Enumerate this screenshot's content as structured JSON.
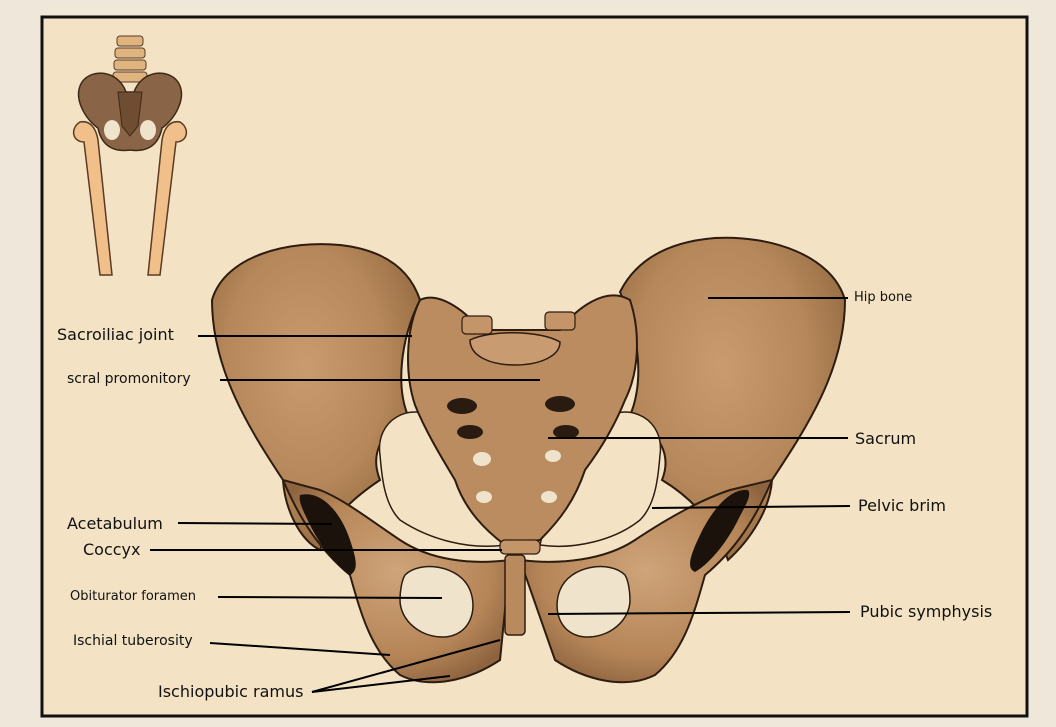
{
  "labels": {
    "hip_bone": "Hip bone",
    "sacroiliac_joint": "Sacroiliac joint",
    "sacral_promontory": "scral promonitory",
    "sacrum": "Sacrum",
    "pelvic_brim": "Pelvic brim",
    "acetabulum": "Acetabulum",
    "coccyx": "Coccyx",
    "obturator_foramen": "Obiturator foramen",
    "pubic_symphysis": "Pubic symphysis",
    "ischial_tuberosity": "Ischial tuberosity",
    "ischiopubic_ramus": "Ischiopubic ramus"
  },
  "colors": {
    "page_background": "#efe7d9",
    "panel_background": "#f3e2c3",
    "frame": "#111111",
    "bone": "#b98a5e",
    "bone_dark": "#8a6242",
    "bone_light": "#d2a87e",
    "foramen_fill": "#efe3cc",
    "acetabulum_shadow": "#1b120c",
    "leader_line": "#000000"
  },
  "inset": {
    "description_icon": "pelvis-with-femurs-icon"
  }
}
